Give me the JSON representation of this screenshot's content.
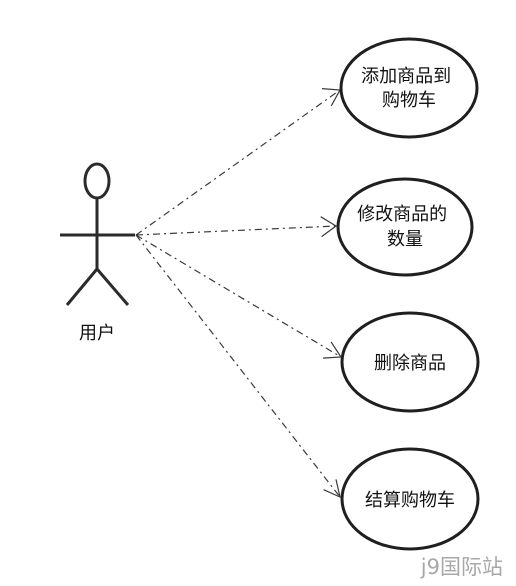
{
  "actor": {
    "name": "用户"
  },
  "use_cases": [
    {
      "lines": [
        "添加商品到",
        "购物车"
      ]
    },
    {
      "lines": [
        "修改商品的",
        "数量"
      ]
    },
    {
      "lines": [
        "删除商品"
      ]
    },
    {
      "lines": [
        "结算购物车"
      ]
    }
  ],
  "watermark": "j9国际站",
  "colors": {
    "line": "#2b2b2b",
    "background": "#ffffff",
    "watermark": "#a8a8a8"
  }
}
